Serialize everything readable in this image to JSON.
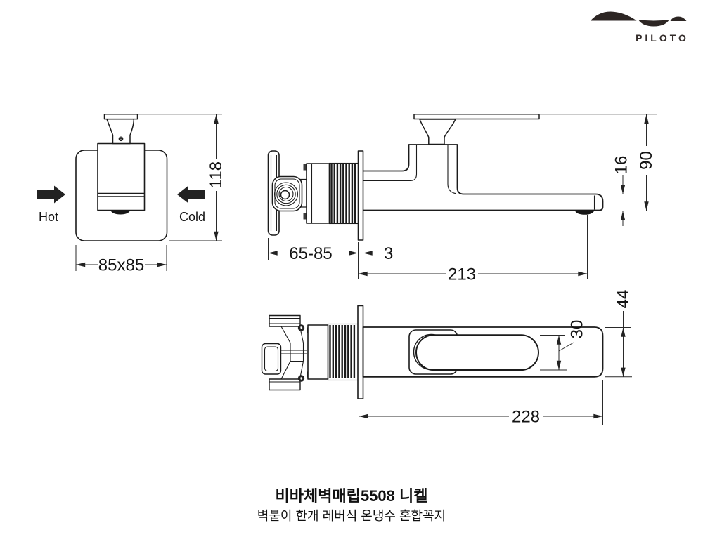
{
  "logo": {
    "brand": "PILOTO"
  },
  "views": {
    "front": {
      "hot_label": "Hot",
      "cold_label": "Cold",
      "dim_height": "118",
      "dim_plate": "85x85"
    },
    "side": {
      "dim_wall_depth": "65-85",
      "dim_plate_thickness": "3",
      "dim_spout_reach": "213",
      "dim_spout_height": "16",
      "dim_height_total": "90"
    },
    "plan": {
      "dim_lever_width": "30",
      "dim_body_width": "44",
      "dim_total_length": "228"
    }
  },
  "caption": {
    "product_name": "비바체벽매립5508 니켈",
    "product_description": "벽붙이 한개 레버식 온냉수 혼합꼭지"
  }
}
